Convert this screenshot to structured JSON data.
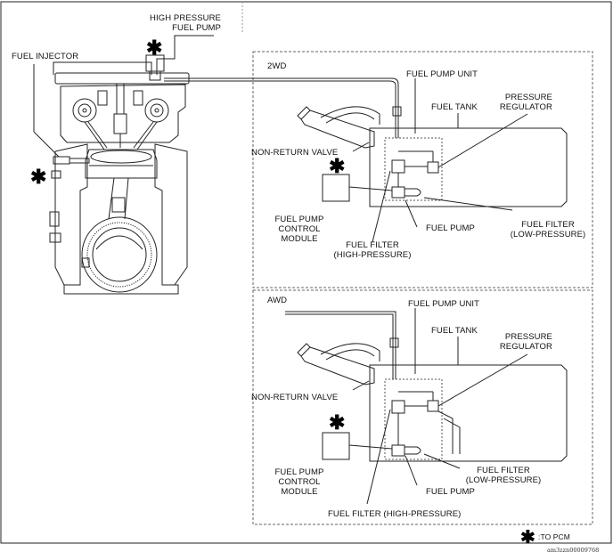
{
  "labels": {
    "high_pressure_fuel_pump": "HIGH PRESSURE\nFUEL PUMP",
    "fuel_injector": "FUEL INJECTOR",
    "section_2wd": "2WD",
    "section_awd": "AWD",
    "fuel_pump_unit": "FUEL PUMP UNIT",
    "fuel_tank": "FUEL TANK",
    "pressure_regulator": "PRESSURE\nREGULATOR",
    "non_return_valve": "NON-RETURN VALVE",
    "fuel_pump_control_module": "FUEL PUMP\nCONTROL\nMODULE",
    "fuel_pump": "FUEL PUMP",
    "fuel_filter_low_pressure": "FUEL FILTER\n(LOW-PRESSURE)",
    "fuel_filter_high_pressure": "FUEL FILTER\n(HIGH-PRESSURE)",
    "fuel_filter_high_pressure_inline": "FUEL FILTER (HIGH-PRESSURE)",
    "star_symbol": "✱",
    "to_pcm": ":TO PCM",
    "figure_code": "am3zzn00009768"
  },
  "colors": {
    "line": "#222222",
    "dashed": "#666666",
    "background": "#ffffff"
  }
}
